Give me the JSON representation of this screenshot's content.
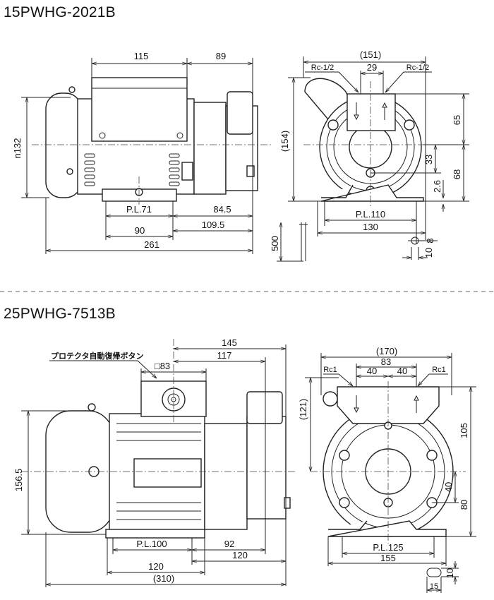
{
  "models": [
    {
      "title": "15PWHG-2021B",
      "side_view": {
        "width_motor": "115",
        "width_pump": "89",
        "height": "n132",
        "pl": "P.L.71",
        "d_84_5": "84.5",
        "d_109_5": "109.5",
        "d_90": "90",
        "total_length": "261"
      },
      "front_view": {
        "width": "(151)",
        "port_left": "Rc-1/2",
        "port_right": "Rc-1/2",
        "port_pitch": "29",
        "height": "(154)",
        "upper": "65",
        "lower": "68",
        "offset": "33",
        "foot": "2.6",
        "pl": "P.L.110",
        "base_width": "130",
        "slot_w": "8",
        "slot_l": "10",
        "cable": "500"
      }
    },
    {
      "title": "25PWHG-7513B",
      "side_view": {
        "protector_label": "プロテクタ自動復帰ボタン",
        "d_145": "145",
        "d_117": "117",
        "box": "□83",
        "height": "156.5",
        "pl": "P.L.100",
        "d_92": "92",
        "d_120a": "120",
        "d_120b": "120",
        "total_length": "(310)"
      },
      "front_view": {
        "width": "(170)",
        "port_span": "83",
        "pitch_left": "40",
        "pitch_right": "40",
        "port_left": "Rc1",
        "port_right": "Rc1",
        "height": "(121)",
        "upper": "105",
        "lower_a": "40",
        "lower_b": "80",
        "pl": "P.L.125",
        "base_width": "155",
        "slot_w": "10",
        "slot_l": "15"
      }
    }
  ]
}
